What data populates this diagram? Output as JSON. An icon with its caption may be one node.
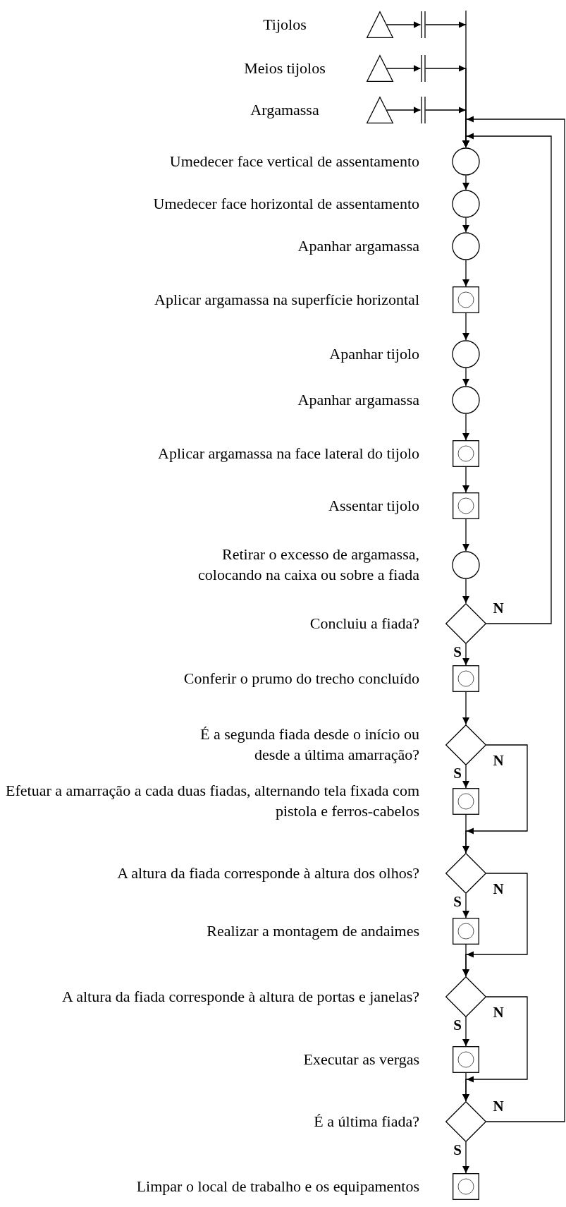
{
  "diagram": {
    "nodes": [
      {
        "text": [],
        "shape": "triangle",
        "beside": [
          "Tijolos"
        ]
      },
      {
        "text": [],
        "shape": "bar"
      },
      {
        "text": [],
        "shape": "triangle",
        "beside": [
          "Meios tijolos"
        ]
      },
      {
        "text": [],
        "shape": "bar"
      },
      {
        "text": [],
        "shape": "triangle",
        "beside": [
          "Argamassa"
        ]
      },
      {
        "text": [],
        "shape": "bar"
      },
      {
        "text": [],
        "shape": "circle",
        "beside": [
          "Umedecer face vertical de assentamento"
        ]
      },
      {
        "text": [],
        "shape": "circle",
        "beside": [
          "Umedecer face horizontal de assentamento"
        ]
      },
      {
        "text": [],
        "shape": "circle",
        "beside": [
          "Apanhar argamassa"
        ]
      },
      {
        "text": [],
        "shape": "box",
        "beside": [
          "Aplicar argamassa na superfície horizontal"
        ]
      },
      {
        "text": [],
        "shape": "circle",
        "beside": [
          "Apanhar tijolo"
        ]
      },
      {
        "text": [],
        "shape": "circle",
        "beside": [
          "Apanhar argamassa"
        ]
      },
      {
        "text": [],
        "shape": "box",
        "beside": [
          "Aplicar argamassa na face lateral do tijolo"
        ]
      },
      {
        "text": [],
        "shape": "box",
        "beside": [
          "Assentar tijolo"
        ]
      },
      {
        "text": [],
        "shape": "circle",
        "beside": [
          "Retirar o excesso de argamassa, colocando na caixa ou sobre a fiada"
        ]
      },
      {
        "text": [],
        "shape": "diamond",
        "beside": [
          "Concluiu a fiada?"
        ]
      },
      {
        "text": [],
        "shape": "box",
        "beside": [
          "Conferir o prumo do trecho concluído"
        ]
      },
      {
        "text": [],
        "shape": "diamond",
        "beside": [
          "É a segunda fiada desde o início ou desde a última amarração?"
        ]
      },
      {
        "text": [],
        "shape": "box",
        "beside": [
          "Efetuar a amarração a cada duas fiadas, alternando tela fixada com pistola e ferros-cabelos"
        ]
      },
      {
        "text": [],
        "shape": "diamond",
        "beside": [
          "A altura da fiada corresponde à altura dos olhos?"
        ]
      },
      {
        "text": [],
        "shape": "box",
        "beside": [
          "Realizar a montagem de andaimes"
        ]
      },
      {
        "text": [],
        "shape": "diamond",
        "beside": [
          "A altura da fiada corresponde à altura de portas e janelas?"
        ]
      },
      {
        "text": [],
        "shape": "box",
        "beside": [
          "Executar as vergas"
        ]
      },
      {
        "text": [],
        "shape": "diamond",
        "beside": [
          "É a última fiada?"
        ]
      },
      {
        "text": [],
        "shape": "box",
        "beside": [
          "Limpar o local de trabalho e os equipamentos"
        ]
      }
    ],
    "edges": [
      {
        "from": 0,
        "to": 1,
        "arrow": "to"
      },
      {
        "from": 1,
        "to": 6,
        "arrow": "to"
      },
      {
        "from": 2,
        "to": 3,
        "arrow": "to"
      },
      {
        "from": 3,
        "to": 6,
        "arrow": "to"
      },
      {
        "from": 4,
        "to": 5,
        "arrow": "to"
      },
      {
        "from": 5,
        "to": 6,
        "arrow": "to"
      },
      {
        "from": 6,
        "to": 7,
        "arrow": "to"
      },
      {
        "from": 7,
        "to": 8,
        "arrow": "to"
      },
      {
        "from": 8,
        "to": 9,
        "arrow": "to"
      },
      {
        "from": 9,
        "to": 10,
        "arrow": "to"
      },
      {
        "from": 10,
        "to": 11,
        "arrow": "to"
      },
      {
        "from": 11,
        "to": 12,
        "arrow": "to"
      },
      {
        "from": 12,
        "to": 13,
        "arrow": "to"
      },
      {
        "from": 13,
        "to": 14,
        "arrow": "to"
      },
      {
        "from": 14,
        "to": 15,
        "arrow": "to"
      },
      {
        "from": 15,
        "to": 16,
        "arrow": "to",
        "label": "S"
      },
      {
        "from": 15,
        "to": 6,
        "arrow": "to",
        "label": "N"
      },
      {
        "from": 16,
        "to": 17,
        "arrow": "to"
      },
      {
        "from": 17,
        "to": 18,
        "arrow": "to",
        "label": "S"
      },
      {
        "from": 17,
        "to": 19,
        "arrow": "to",
        "label": "N"
      },
      {
        "from": 18,
        "to": 19,
        "arrow": "to"
      },
      {
        "from": 19,
        "to": 20,
        "arrow": "to",
        "label": "S"
      },
      {
        "from": 19,
        "to": 21,
        "arrow": "to",
        "label": "N"
      },
      {
        "from": 20,
        "to": 21,
        "arrow": "to"
      },
      {
        "from": 21,
        "to": 22,
        "arrow": "to",
        "label": "S"
      },
      {
        "from": 21,
        "to": 23,
        "arrow": "to",
        "label": "N"
      },
      {
        "from": 22,
        "to": 23,
        "arrow": "to"
      },
      {
        "from": 23,
        "to": 24,
        "arrow": "to",
        "label": "S"
      },
      {
        "from": 23,
        "to": 6,
        "arrow": "to",
        "label": "N"
      }
    ]
  }
}
